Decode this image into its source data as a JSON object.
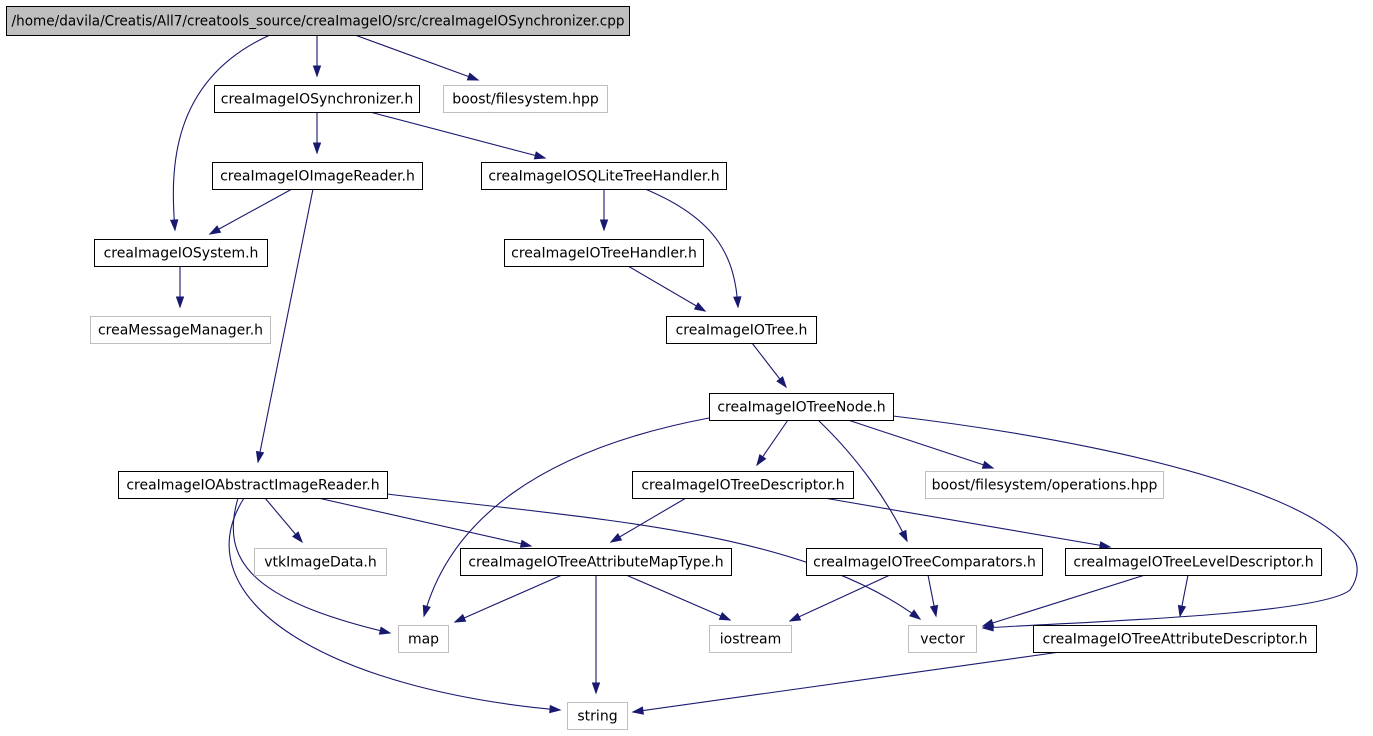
{
  "diagram": {
    "type": "include-dependency-graph",
    "colors": {
      "edge": "#191970",
      "root_fill": "#bfbfbf",
      "internal_border": "#000000",
      "external_border": "#bfbfbf",
      "text": "#000000"
    },
    "nodes": [
      {
        "id": "root",
        "label": "/home/davila/Creatis/All7/creatools_source/creaImageIO/src/creaImageIOSynchronizer.cpp",
        "kind": "root"
      },
      {
        "id": "sync_h",
        "label": "creaImageIOSynchronizer.h",
        "kind": "internal"
      },
      {
        "id": "boost_fs",
        "label": "boost/filesystem.hpp",
        "kind": "external"
      },
      {
        "id": "imgreader",
        "label": "creaImageIOImageReader.h",
        "kind": "internal"
      },
      {
        "id": "sqlite",
        "label": "creaImageIOSQLiteTreeHandler.h",
        "kind": "internal"
      },
      {
        "id": "system",
        "label": "creaImageIOSystem.h",
        "kind": "internal"
      },
      {
        "id": "treehandler",
        "label": "creaImageIOTreeHandler.h",
        "kind": "internal"
      },
      {
        "id": "msgmgr",
        "label": "creaMessageManager.h",
        "kind": "external"
      },
      {
        "id": "tree",
        "label": "creaImageIOTree.h",
        "kind": "internal"
      },
      {
        "id": "treenode",
        "label": "creaImageIOTreeNode.h",
        "kind": "internal"
      },
      {
        "id": "absreader",
        "label": "creaImageIOAbstractImageReader.h",
        "kind": "internal"
      },
      {
        "id": "treedesc",
        "label": "creaImageIOTreeDescriptor.h",
        "kind": "internal"
      },
      {
        "id": "boost_ops",
        "label": "boost/filesystem/operations.hpp",
        "kind": "external"
      },
      {
        "id": "vtkimg",
        "label": "vtkImageData.h",
        "kind": "external"
      },
      {
        "id": "attrmap",
        "label": "creaImageIOTreeAttributeMapType.h",
        "kind": "internal"
      },
      {
        "id": "comparators",
        "label": "creaImageIOTreeComparators.h",
        "kind": "internal"
      },
      {
        "id": "leveldesc",
        "label": "creaImageIOTreeLevelDescriptor.h",
        "kind": "internal"
      },
      {
        "id": "map",
        "label": "map",
        "kind": "external"
      },
      {
        "id": "iostream",
        "label": "iostream",
        "kind": "external"
      },
      {
        "id": "vector",
        "label": "vector",
        "kind": "external"
      },
      {
        "id": "attrdesc",
        "label": "creaImageIOTreeAttributeDescriptor.h",
        "kind": "internal"
      },
      {
        "id": "string",
        "label": "string",
        "kind": "external"
      }
    ],
    "edges": [
      {
        "from": "root",
        "to": "sync_h"
      },
      {
        "from": "root",
        "to": "boost_fs"
      },
      {
        "from": "root",
        "to": "system"
      },
      {
        "from": "sync_h",
        "to": "imgreader"
      },
      {
        "from": "sync_h",
        "to": "sqlite"
      },
      {
        "from": "imgreader",
        "to": "system"
      },
      {
        "from": "imgreader",
        "to": "absreader"
      },
      {
        "from": "system",
        "to": "msgmgr"
      },
      {
        "from": "sqlite",
        "to": "treehandler"
      },
      {
        "from": "sqlite",
        "to": "tree"
      },
      {
        "from": "treehandler",
        "to": "tree"
      },
      {
        "from": "tree",
        "to": "treenode"
      },
      {
        "from": "treenode",
        "to": "treedesc"
      },
      {
        "from": "treenode",
        "to": "comparators"
      },
      {
        "from": "treenode",
        "to": "boost_ops"
      },
      {
        "from": "treenode",
        "to": "map"
      },
      {
        "from": "treenode",
        "to": "vector"
      },
      {
        "from": "absreader",
        "to": "vtkimg"
      },
      {
        "from": "absreader",
        "to": "attrmap"
      },
      {
        "from": "absreader",
        "to": "map"
      },
      {
        "from": "absreader",
        "to": "string"
      },
      {
        "from": "absreader",
        "to": "vector"
      },
      {
        "from": "treedesc",
        "to": "attrmap"
      },
      {
        "from": "treedesc",
        "to": "leveldesc"
      },
      {
        "from": "attrmap",
        "to": "map"
      },
      {
        "from": "attrmap",
        "to": "iostream"
      },
      {
        "from": "attrmap",
        "to": "string"
      },
      {
        "from": "comparators",
        "to": "iostream"
      },
      {
        "from": "comparators",
        "to": "vector"
      },
      {
        "from": "leveldesc",
        "to": "vector"
      },
      {
        "from": "leveldesc",
        "to": "attrdesc"
      },
      {
        "from": "attrdesc",
        "to": "string"
      }
    ]
  }
}
